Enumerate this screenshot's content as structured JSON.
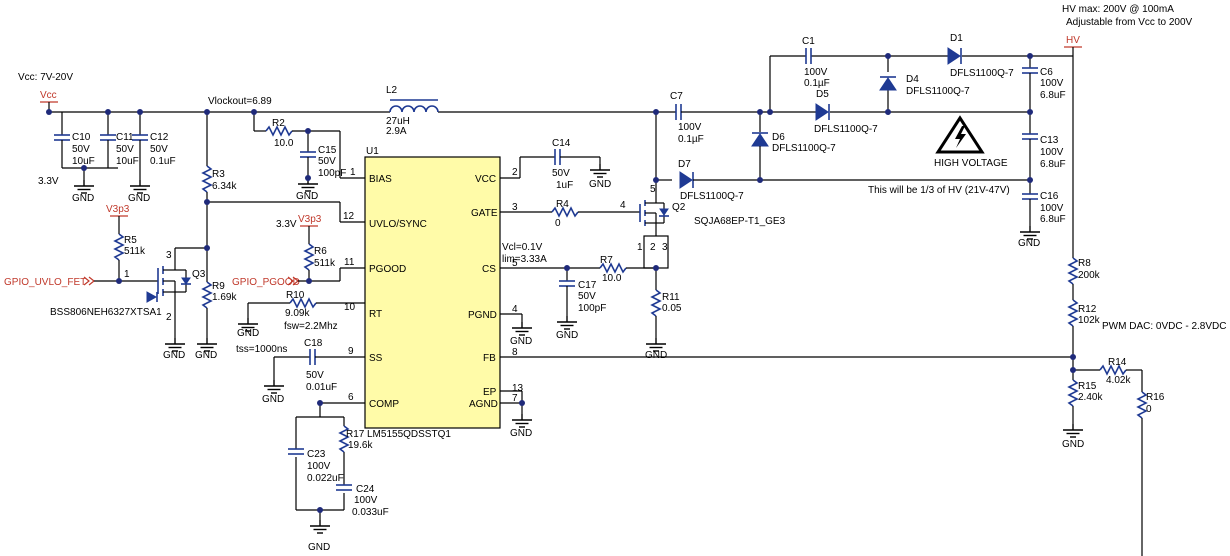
{
  "header": {
    "hv_max": "HV max: 200V @ 100mA",
    "hv_adj": "Adjustable from Vcc to 200V"
  },
  "supply": {
    "vcc_range": "Vcc: 7V-20V",
    "vcc_net": "Vcc",
    "hv_net": "HV",
    "vlockout": "Vlockout=6.89",
    "v3p3_a": "V3p3",
    "v3p3_b": "V3p3",
    "v33_a": "3.3V",
    "v33_b": "3.3V"
  },
  "gnd": "GND",
  "ic": {
    "ref": "U1",
    "part": "LM5155QDSSTQ1",
    "pins_left": [
      {
        "name": "BIAS",
        "num": "1"
      },
      {
        "name": "UVLO/SYNC",
        "num": "12"
      },
      {
        "name": "PGOOD",
        "num": "11"
      },
      {
        "name": "RT",
        "num": "10"
      },
      {
        "name": "SS",
        "num": "9"
      },
      {
        "name": "COMP",
        "num": "6"
      }
    ],
    "pins_right": [
      {
        "name": "VCC",
        "num": "2"
      },
      {
        "name": "GATE",
        "num": "3"
      },
      {
        "name": "CS",
        "num": "5"
      },
      {
        "name": "PGND",
        "num": "4"
      },
      {
        "name": "FB",
        "num": "8"
      },
      {
        "name": "EP",
        "num": "13"
      },
      {
        "name": "AGND",
        "num": "7"
      }
    ]
  },
  "signals": {
    "gpio_uvlo": "GPIO_UVLO_FET",
    "gpio_pgood": "GPIO_PGOOD"
  },
  "components": {
    "C10": {
      "ref": "C10",
      "v": "50V",
      "val": "10uF"
    },
    "C11": {
      "ref": "C11",
      "v": "50V",
      "val": "10uF"
    },
    "C12": {
      "ref": "C12",
      "v": "50V",
      "val": "0.1uF"
    },
    "R2": {
      "ref": "R2",
      "val": "10.0"
    },
    "C15": {
      "ref": "C15",
      "v": "50V",
      "val": "100pF"
    },
    "R3": {
      "ref": "R3",
      "val": "6.34k"
    },
    "R5": {
      "ref": "R5",
      "val": "511k"
    },
    "Q3": {
      "ref": "Q3",
      "part": "BSS806NEH6327XTSA1",
      "p1": "1",
      "p2": "2",
      "p3": "3"
    },
    "R9": {
      "ref": "R9",
      "val": "1.69k"
    },
    "R6": {
      "ref": "R6",
      "val": "511k"
    },
    "R10": {
      "ref": "R10",
      "val": "9.09k",
      "note": "fsw=2.2Mhz"
    },
    "C18": {
      "ref": "C18",
      "v": "50V",
      "val": "0.01uF",
      "note": "tss=1000ns"
    },
    "R17": {
      "ref": "R17",
      "val": "19.6k"
    },
    "C23": {
      "ref": "C23",
      "v": "100V",
      "val": "0.022uF"
    },
    "C24": {
      "ref": "C24",
      "v": "100V",
      "val": "0.033uF"
    },
    "L2": {
      "ref": "L2",
      "val": "27uH",
      "cur": "2.9A"
    },
    "C14": {
      "ref": "C14",
      "v": "50V",
      "val": "1uF"
    },
    "R4": {
      "ref": "R4",
      "val": "0"
    },
    "Q2": {
      "ref": "Q2",
      "part": "SQJA68EP-T1_GE3",
      "p1": "1",
      "p2": "2",
      "p3": "3",
      "p4": "4",
      "p5": "5"
    },
    "C17": {
      "ref": "C17",
      "v": "50V",
      "val": "100pF"
    },
    "R7": {
      "ref": "R7",
      "val": "10.0"
    },
    "R11": {
      "ref": "R11",
      "val": "0.05"
    },
    "cs_note1": "Vcl=0.1V",
    "cs_note2": "lim=3.33A",
    "C7": {
      "ref": "C7",
      "v": "100V",
      "val": "0.1µF"
    },
    "D7": {
      "ref": "D7",
      "part": "DFLS1100Q-7"
    },
    "D6": {
      "ref": "D6",
      "part": "DFLS1100Q-7"
    },
    "C1": {
      "ref": "C1",
      "v": "100V",
      "val": "0.1µF"
    },
    "D5": {
      "ref": "D5",
      "part": "DFLS1100Q-7"
    },
    "D4": {
      "ref": "D4",
      "part": "DFLS1100Q-7"
    },
    "D1": {
      "ref": "D1",
      "part": "DFLS1100Q-7"
    },
    "C6": {
      "ref": "C6",
      "v": "100V",
      "val": "6.8uF"
    },
    "C13": {
      "ref": "C13",
      "v": "100V",
      "val": "6.8uF"
    },
    "C16": {
      "ref": "C16",
      "v": "100V",
      "val": "6.8uF"
    },
    "hv_label": "HIGH VOLTAGE",
    "third_note": "This will be 1/3 of HV (21V-47V)",
    "R8": {
      "ref": "R8",
      "val": "200k"
    },
    "R12": {
      "ref": "R12",
      "val": "102k"
    },
    "pwm_note": "PWM DAC: 0VDC - 2.8VDC",
    "R14": {
      "ref": "R14",
      "val": "4.02k"
    },
    "R15": {
      "ref": "R15",
      "val": "2.40k"
    },
    "R16": {
      "ref": "R16",
      "val": "0"
    }
  }
}
